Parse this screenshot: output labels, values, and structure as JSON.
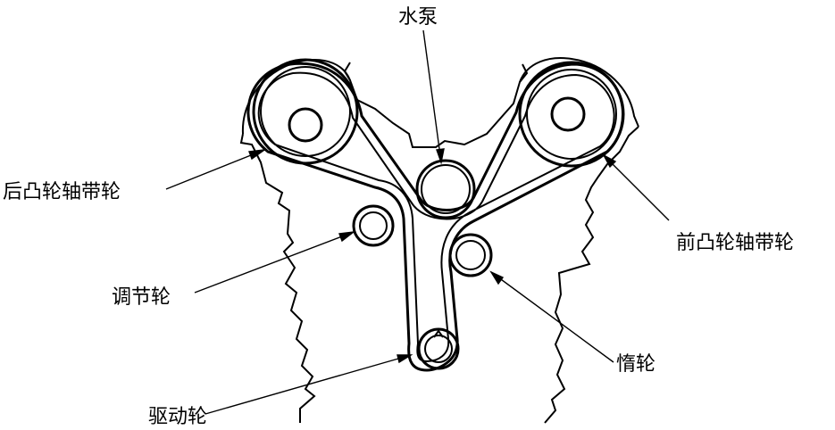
{
  "labels": {
    "water_pump": "水泵",
    "rear_cam_pulley": "后凸轮轴带轮",
    "front_cam_pulley": "前凸轮轴带轮",
    "tensioner": "调节轮",
    "idler": "惰轮",
    "drive_pulley": "驱动轮"
  }
}
